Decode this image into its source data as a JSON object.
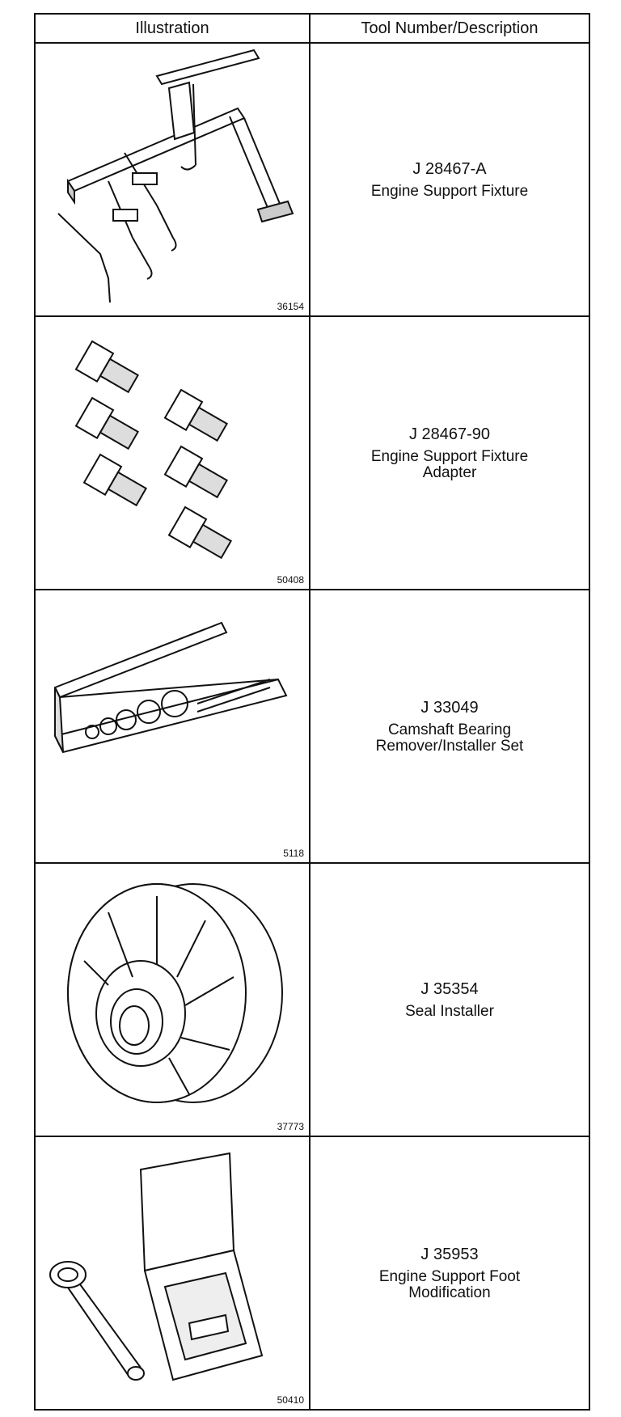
{
  "table": {
    "headers": {
      "illustration": "Illustration",
      "description": "Tool Number/Description"
    },
    "rows": [
      {
        "figure": "36154",
        "tool_number": "J 28467-A",
        "description": "Engine Support Fixture",
        "icon": "engine-support-fixture-icon"
      },
      {
        "figure": "50408",
        "tool_number": "J 28467-90",
        "description": "Engine Support Fixture\nAdapter",
        "icon": "fixture-adapter-icon"
      },
      {
        "figure": "5118",
        "tool_number": "J 33049",
        "description": "Camshaft Bearing\nRemover/Installer Set",
        "icon": "bearing-set-case-icon"
      },
      {
        "figure": "37773",
        "tool_number": "J 35354",
        "description": "Seal Installer",
        "icon": "seal-installer-icon"
      },
      {
        "figure": "50410",
        "tool_number": "J 35953",
        "description": "Engine Support Foot\nModification",
        "icon": "support-foot-icon"
      }
    ]
  }
}
